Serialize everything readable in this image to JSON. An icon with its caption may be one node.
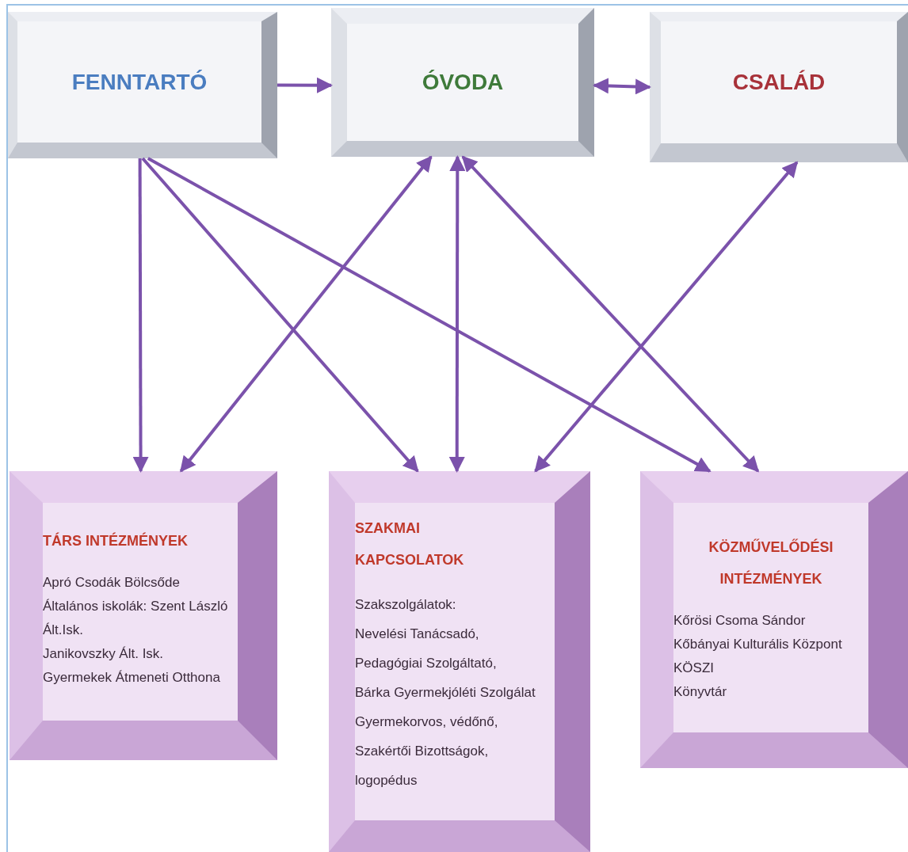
{
  "diagram": {
    "nodes": [
      {
        "text": [
          "FENNTARTÓ"
        ]
      },
      {
        "text": [
          "ÓVODA"
        ]
      },
      {
        "text": [
          "CSALÁD"
        ]
      },
      {
        "text": [
          "TÁRS INTÉZMÉNYEK",
          "Apró Csodák Bölcsőde",
          "Általános iskolák: Szent László Ált.Isk.",
          "Janikovszky Ált. Isk.",
          "Gyermekek Átmeneti Otthona"
        ]
      },
      {
        "text": [
          "SZAKMAI KAPCSOLATOK",
          "Szakszolgálatok:",
          "Nevelési Tanácsadó,",
          "Pedagógiai Szolgáltató,",
          "Bárka Gyermekjóléti Szolgálat",
          "Gyermekorvos, védőnő,",
          "Szakértői Bizottságok,",
          "logopédus"
        ]
      },
      {
        "text": [
          "KÖZMŰVELŐDÉSI INTÉZMÉNYEK",
          "Kőrösi Csoma Sándor",
          "Kőbányai Kulturális Központ",
          "KÖSZI",
          "Könyvtár"
        ]
      }
    ],
    "edges": [
      {
        "from": 0,
        "to": 1,
        "arrow": "to"
      },
      {
        "from": 1,
        "to": 2,
        "arrow": "both"
      },
      {
        "from": 0,
        "to": 3,
        "arrow": "to"
      },
      {
        "from": 0,
        "to": 4,
        "arrow": "to"
      },
      {
        "from": 0,
        "to": 5,
        "arrow": "to"
      },
      {
        "from": 3,
        "to": 1,
        "arrow": "both"
      },
      {
        "from": 4,
        "to": 1,
        "arrow": "both"
      },
      {
        "from": 5,
        "to": 1,
        "arrow": "both"
      },
      {
        "from": 4,
        "to": 2,
        "arrow": "both"
      }
    ]
  }
}
